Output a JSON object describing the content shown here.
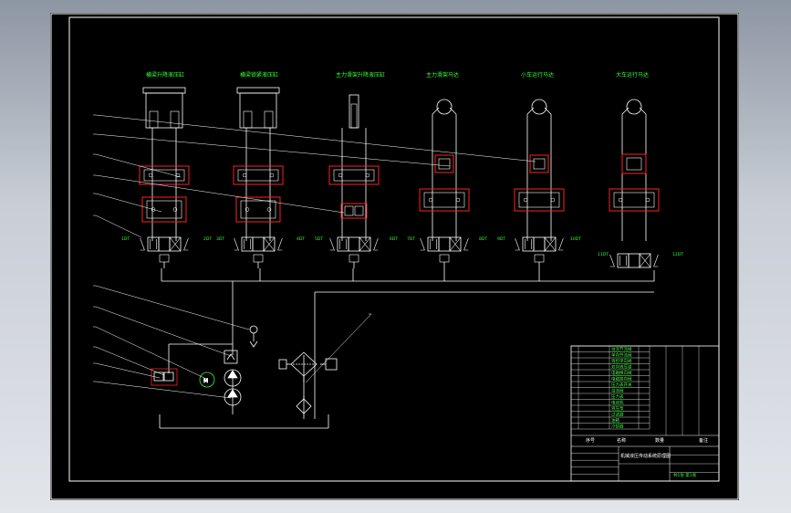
{
  "window": {
    "background": "#000000",
    "line_color": "#ffffff",
    "highlight_color": "#ff2020",
    "text_color": "#36ff36"
  },
  "actuators": [
    {
      "label": "横梁升降液压缸"
    },
    {
      "label": "横梁锁紧液压缸"
    },
    {
      "label": "主力滑架升降液压缸"
    },
    {
      "label": "主力滑架马达"
    },
    {
      "label": "小车运行马达"
    },
    {
      "label": "大车运行马达"
    }
  ],
  "valve_codes": [
    "1DT",
    "2DT",
    "3DT",
    "4DT",
    "5DT",
    "6DT",
    "7DT",
    "8DT",
    "9DT",
    "10DT",
    "11DT",
    "12DT"
  ],
  "title_block": {
    "drawing_title": "机械液压传动系统原理图",
    "part_rows": [
      "溢流节流阀",
      "单向节流阀",
      "液控单向阀",
      "双向液压锁",
      "电磁换向阀",
      "电磁换向阀",
      "压力表开关",
      "溢流阀",
      "压力表",
      "电动机",
      "液压泵",
      "过滤器",
      "油箱",
      "冷却器"
    ],
    "col_headers": [
      "序号",
      "名称",
      "数量",
      "备注"
    ],
    "sheet_note": "共1张 第1张"
  }
}
